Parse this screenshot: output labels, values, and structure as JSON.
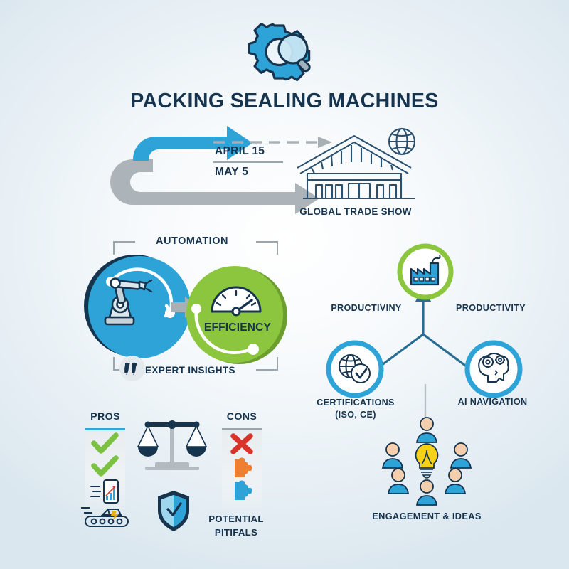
{
  "page": {
    "title": "PACKING SEALING MACHINES",
    "background_color": "#eef4f8"
  },
  "header": {
    "icon": "gear-magnifier-icon",
    "title": "PACKING SEALING MACHINES"
  },
  "timeline": {
    "dates": [
      {
        "label": "APRIL 15"
      },
      {
        "label": "MAY 5"
      }
    ],
    "destination_label": "GLOBAL TRADE SHOW",
    "destination_icon": "trade-show-building-icon",
    "globe_icon": "globe-icon",
    "arrow_blue_color": "#2ca6dc",
    "arrow_gray_color": "#a6aeb3"
  },
  "automation": {
    "bracket_label": "AUTOMATION",
    "footer_label": "EXPERT INSIGHTS",
    "quote_icon": "quote-mark-icon",
    "left_circle": {
      "icon": "robot-arm-icon",
      "color": "#2ca6dc",
      "accent_color": "#17344f"
    },
    "right_circle": {
      "label": "EFFICIENCY",
      "icon": "gauge-icon",
      "color": "#8cc63e",
      "accent_color": "#6c9e2f"
    }
  },
  "productivity_flow": {
    "top_node": {
      "icon": "factory-icon",
      "ring_color": "#8cc63e"
    },
    "left_label": "PRODUCTIVINY",
    "right_label": "PRODUCTIVITY",
    "left_node": {
      "label": "CERTIFICATIONS",
      "sublabel": "(ISO, CE)",
      "icon": "globe-check-icon",
      "ring_color": "#2ca6dc"
    },
    "right_node": {
      "label": "AI NAVIGATION",
      "icon": "brain-gears-icon",
      "ring_color": "#2ca6dc"
    },
    "connector_color": "#2a6d94"
  },
  "comparison": {
    "pros": {
      "heading": "PROS",
      "accent_color": "#2ca6dc",
      "items": [
        "check-icon",
        "check-icon",
        "phone-growth-chart-icon"
      ],
      "extra_icon": "conveyor-belt-icon",
      "check_color": "#7cc242"
    },
    "cons": {
      "heading": "CONS",
      "accent_color": "#9aa6ad",
      "items": [
        "cross-icon",
        "puzzle-piece-orange-icon",
        "puzzle-piece-blue-icon"
      ],
      "footer_label_line1": "POTENTIAL",
      "footer_label_line2": "PITIFALS",
      "cross_color": "#d9342b",
      "puzzle_orange_color": "#ef7f31",
      "puzzle_blue_color": "#2ca6dc"
    },
    "scales_icon": "balance-scales-icon",
    "shield_icon": "shield-check-icon"
  },
  "engagement": {
    "label": "ENGAGEMENT & IDEAS",
    "bulb_icon": "lightbulb-icon",
    "person_icon": "person-icon",
    "person_count": 6,
    "person_color": "#2ca6dc",
    "bulb_color": "#f7d117"
  }
}
